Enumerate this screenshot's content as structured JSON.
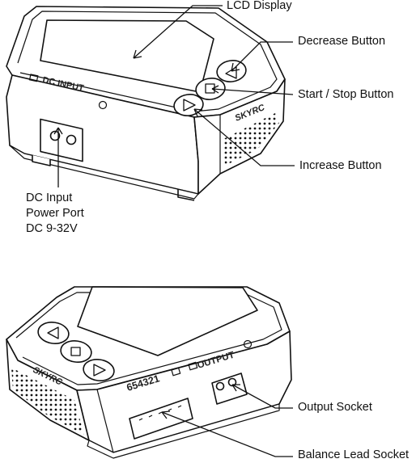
{
  "callouts": {
    "lcd_display": "LCD Display",
    "decrease_button": "Decrease Button",
    "start_stop_button": "Start / Stop Button",
    "increase_button": "Increase Button",
    "dc_input": [
      "DC Input",
      "Power Port",
      "DC 9-32V"
    ],
    "output_socket": "Output Socket",
    "balance_lead_socket": "Balance Lead Socket"
  },
  "device_markings": {
    "brand": "SKYRC",
    "dc_input_label": "DC INPUT",
    "output_label": "OUTPUT",
    "balance_pins": "654321"
  },
  "colors": {
    "outline": "#111111",
    "fill": "#ffffff",
    "text": "#111111"
  }
}
